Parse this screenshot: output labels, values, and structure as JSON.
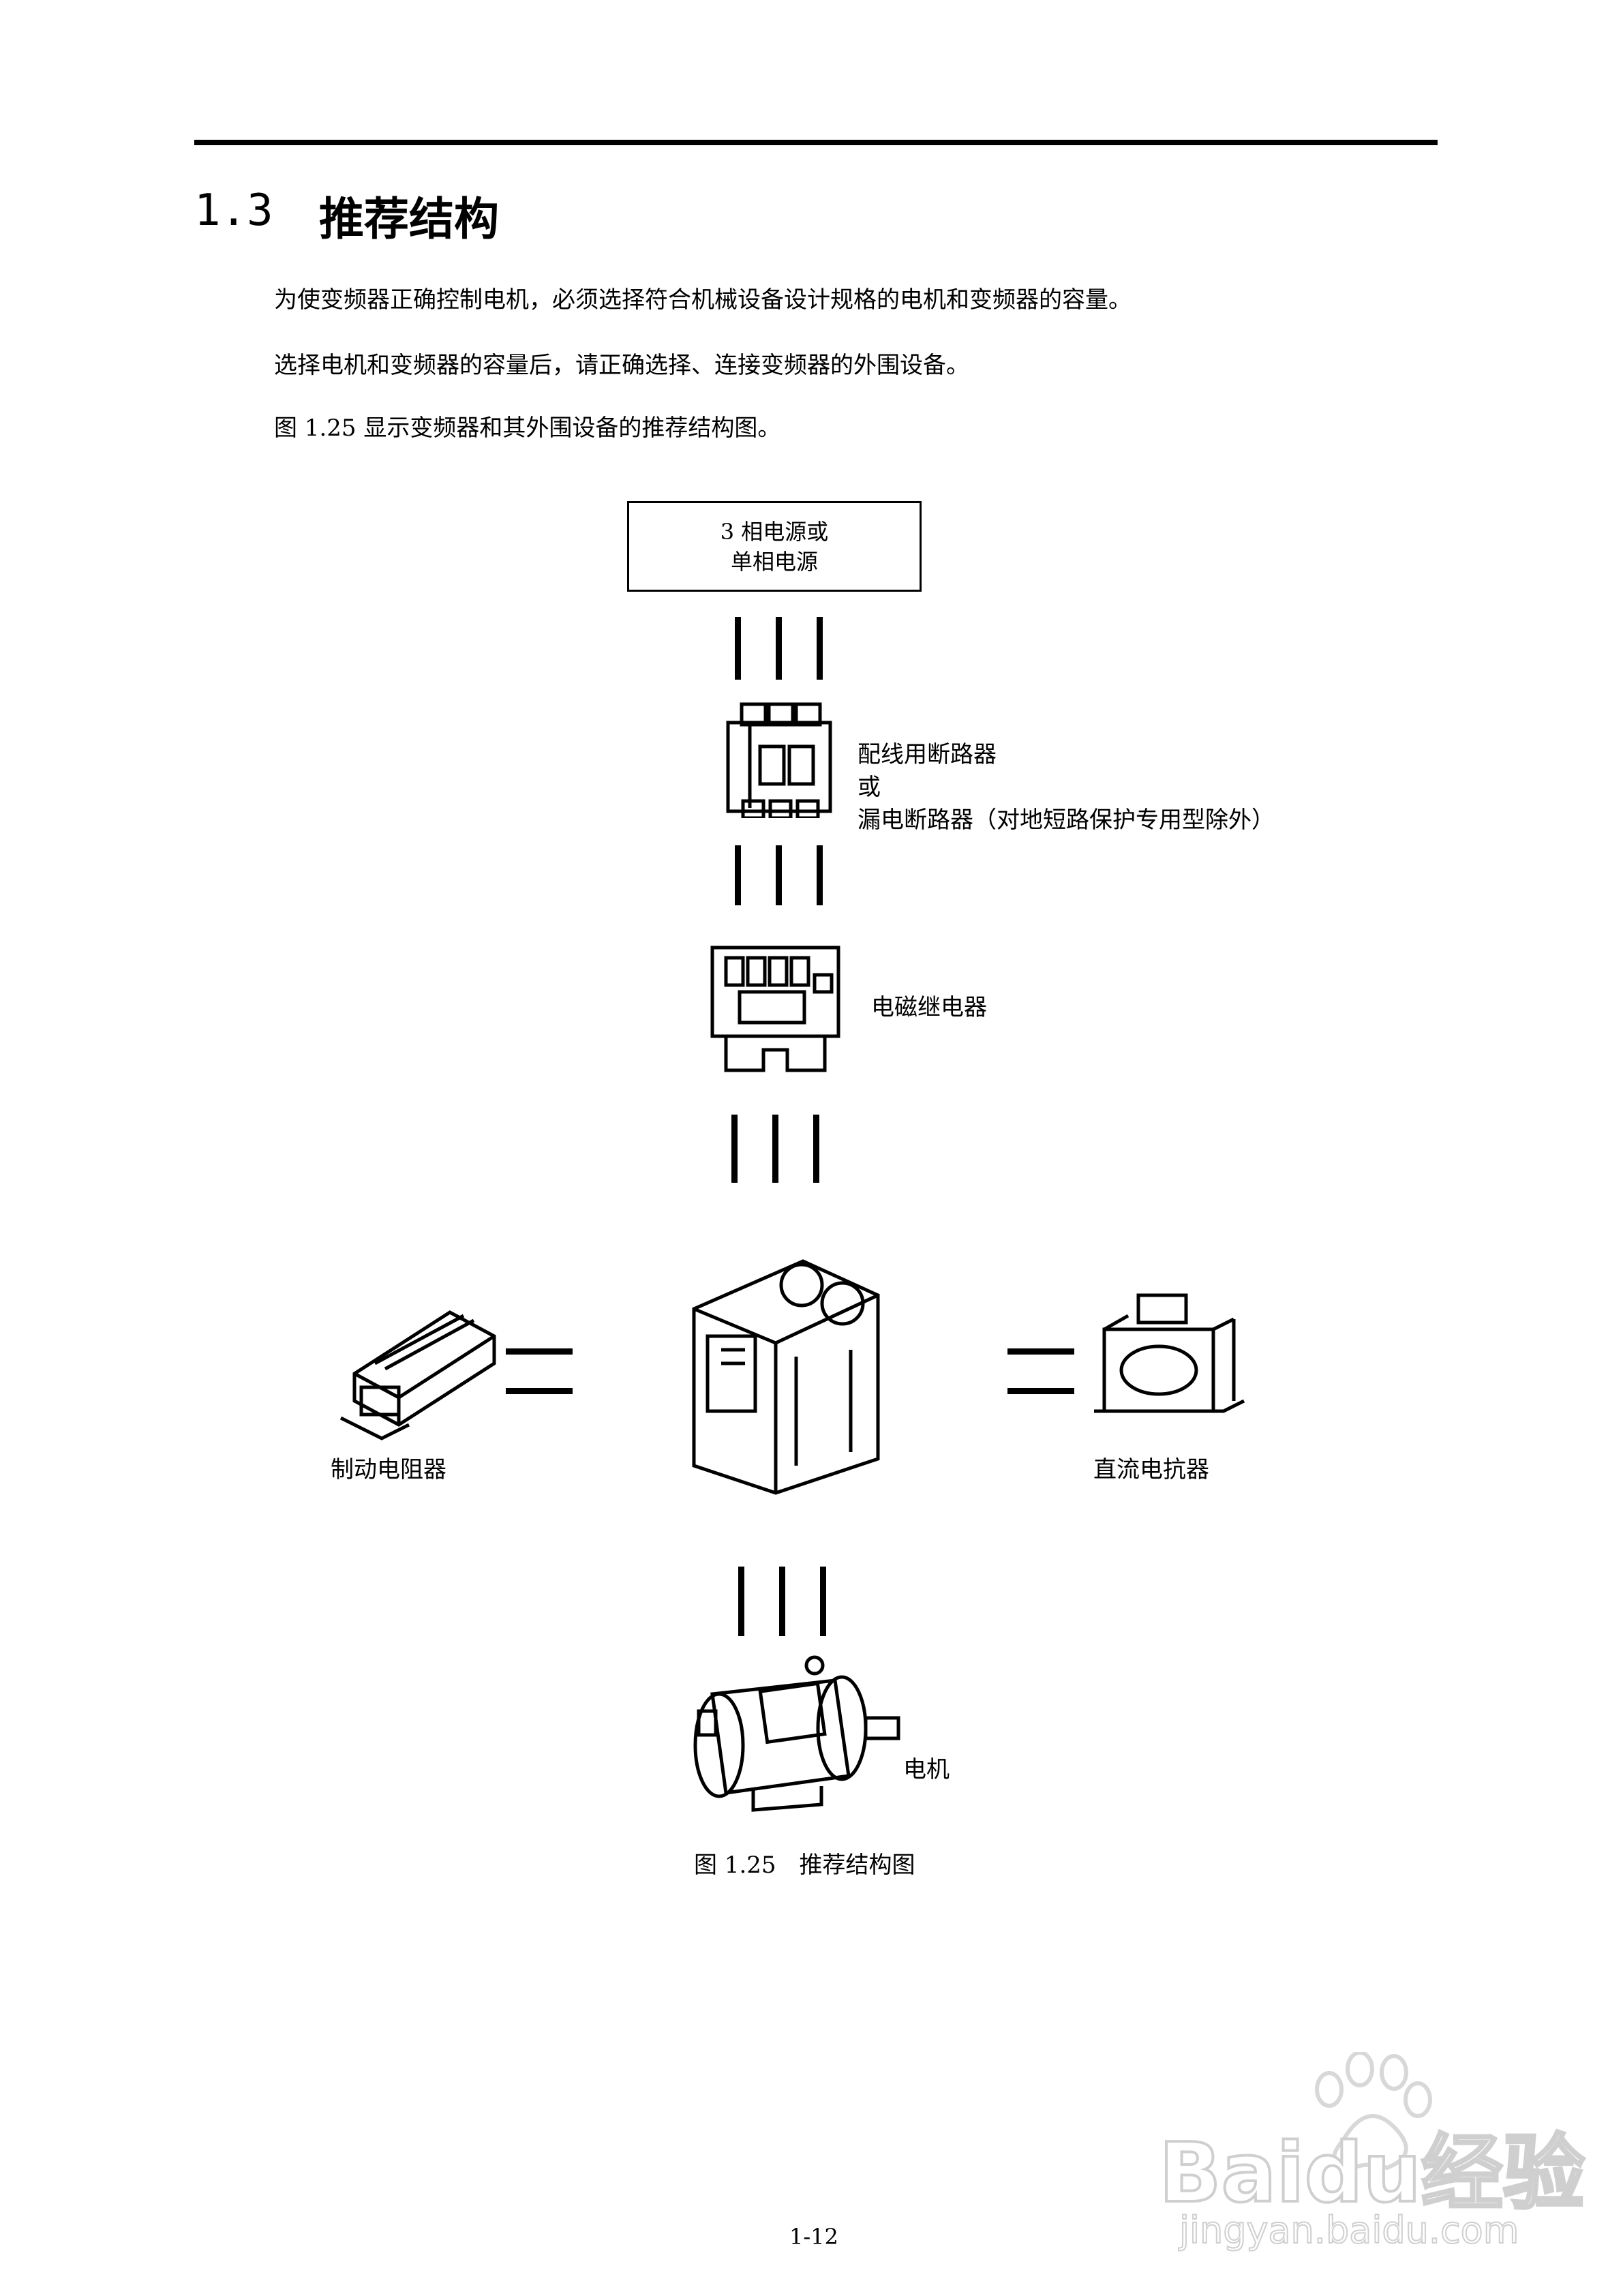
{
  "section": {
    "number": "1.3",
    "title": "推荐结构"
  },
  "paragraphs": [
    "为使变频器正确控制电机，必须选择符合机械设备设计规格的电机和变频器的容量。",
    "选择电机和变频器的容量后，请正确选择、连接变频器的外围设备。",
    "图 1.25 显示变频器和其外围设备的推荐结构图。"
  ],
  "diagram": {
    "power_source": {
      "line1": "3 相电源或",
      "line2": "单相电源"
    },
    "breaker": {
      "line1": "配线用断路器",
      "line2": "或",
      "line3": "漏电断路器（对地短路保护专用型除外）"
    },
    "contactor_label": "电磁继电器",
    "brake_resistor_label": "制动电阻器",
    "dc_reactor_label": "直流电抗器",
    "motor_label": "电机",
    "caption": "图 1.25　推荐结构图"
  },
  "page_number": "1-12",
  "watermark": {
    "brand": "Baidu经验",
    "url": "jingyan.baidu.com"
  }
}
